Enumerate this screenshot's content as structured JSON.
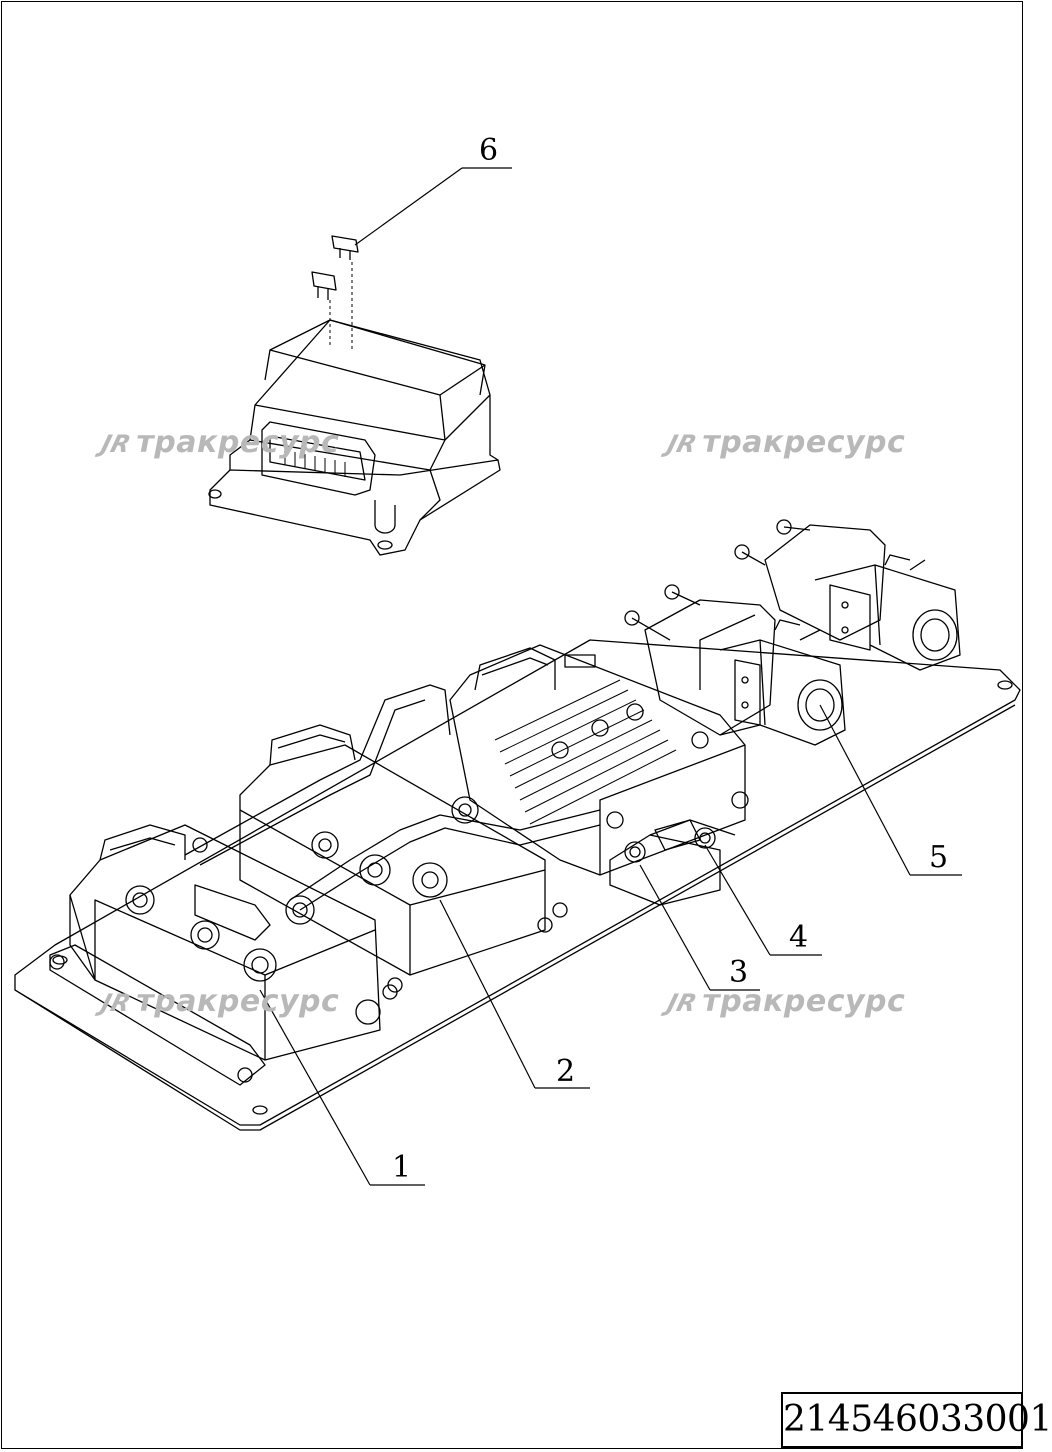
{
  "callouts": [
    {
      "num": "1"
    },
    {
      "num": "2"
    },
    {
      "num": "3"
    },
    {
      "num": "4"
    },
    {
      "num": "5"
    },
    {
      "num": "6"
    }
  ],
  "watermark": {
    "logo": "JR",
    "text": "тракресурс"
  },
  "document_number": "214546033001"
}
